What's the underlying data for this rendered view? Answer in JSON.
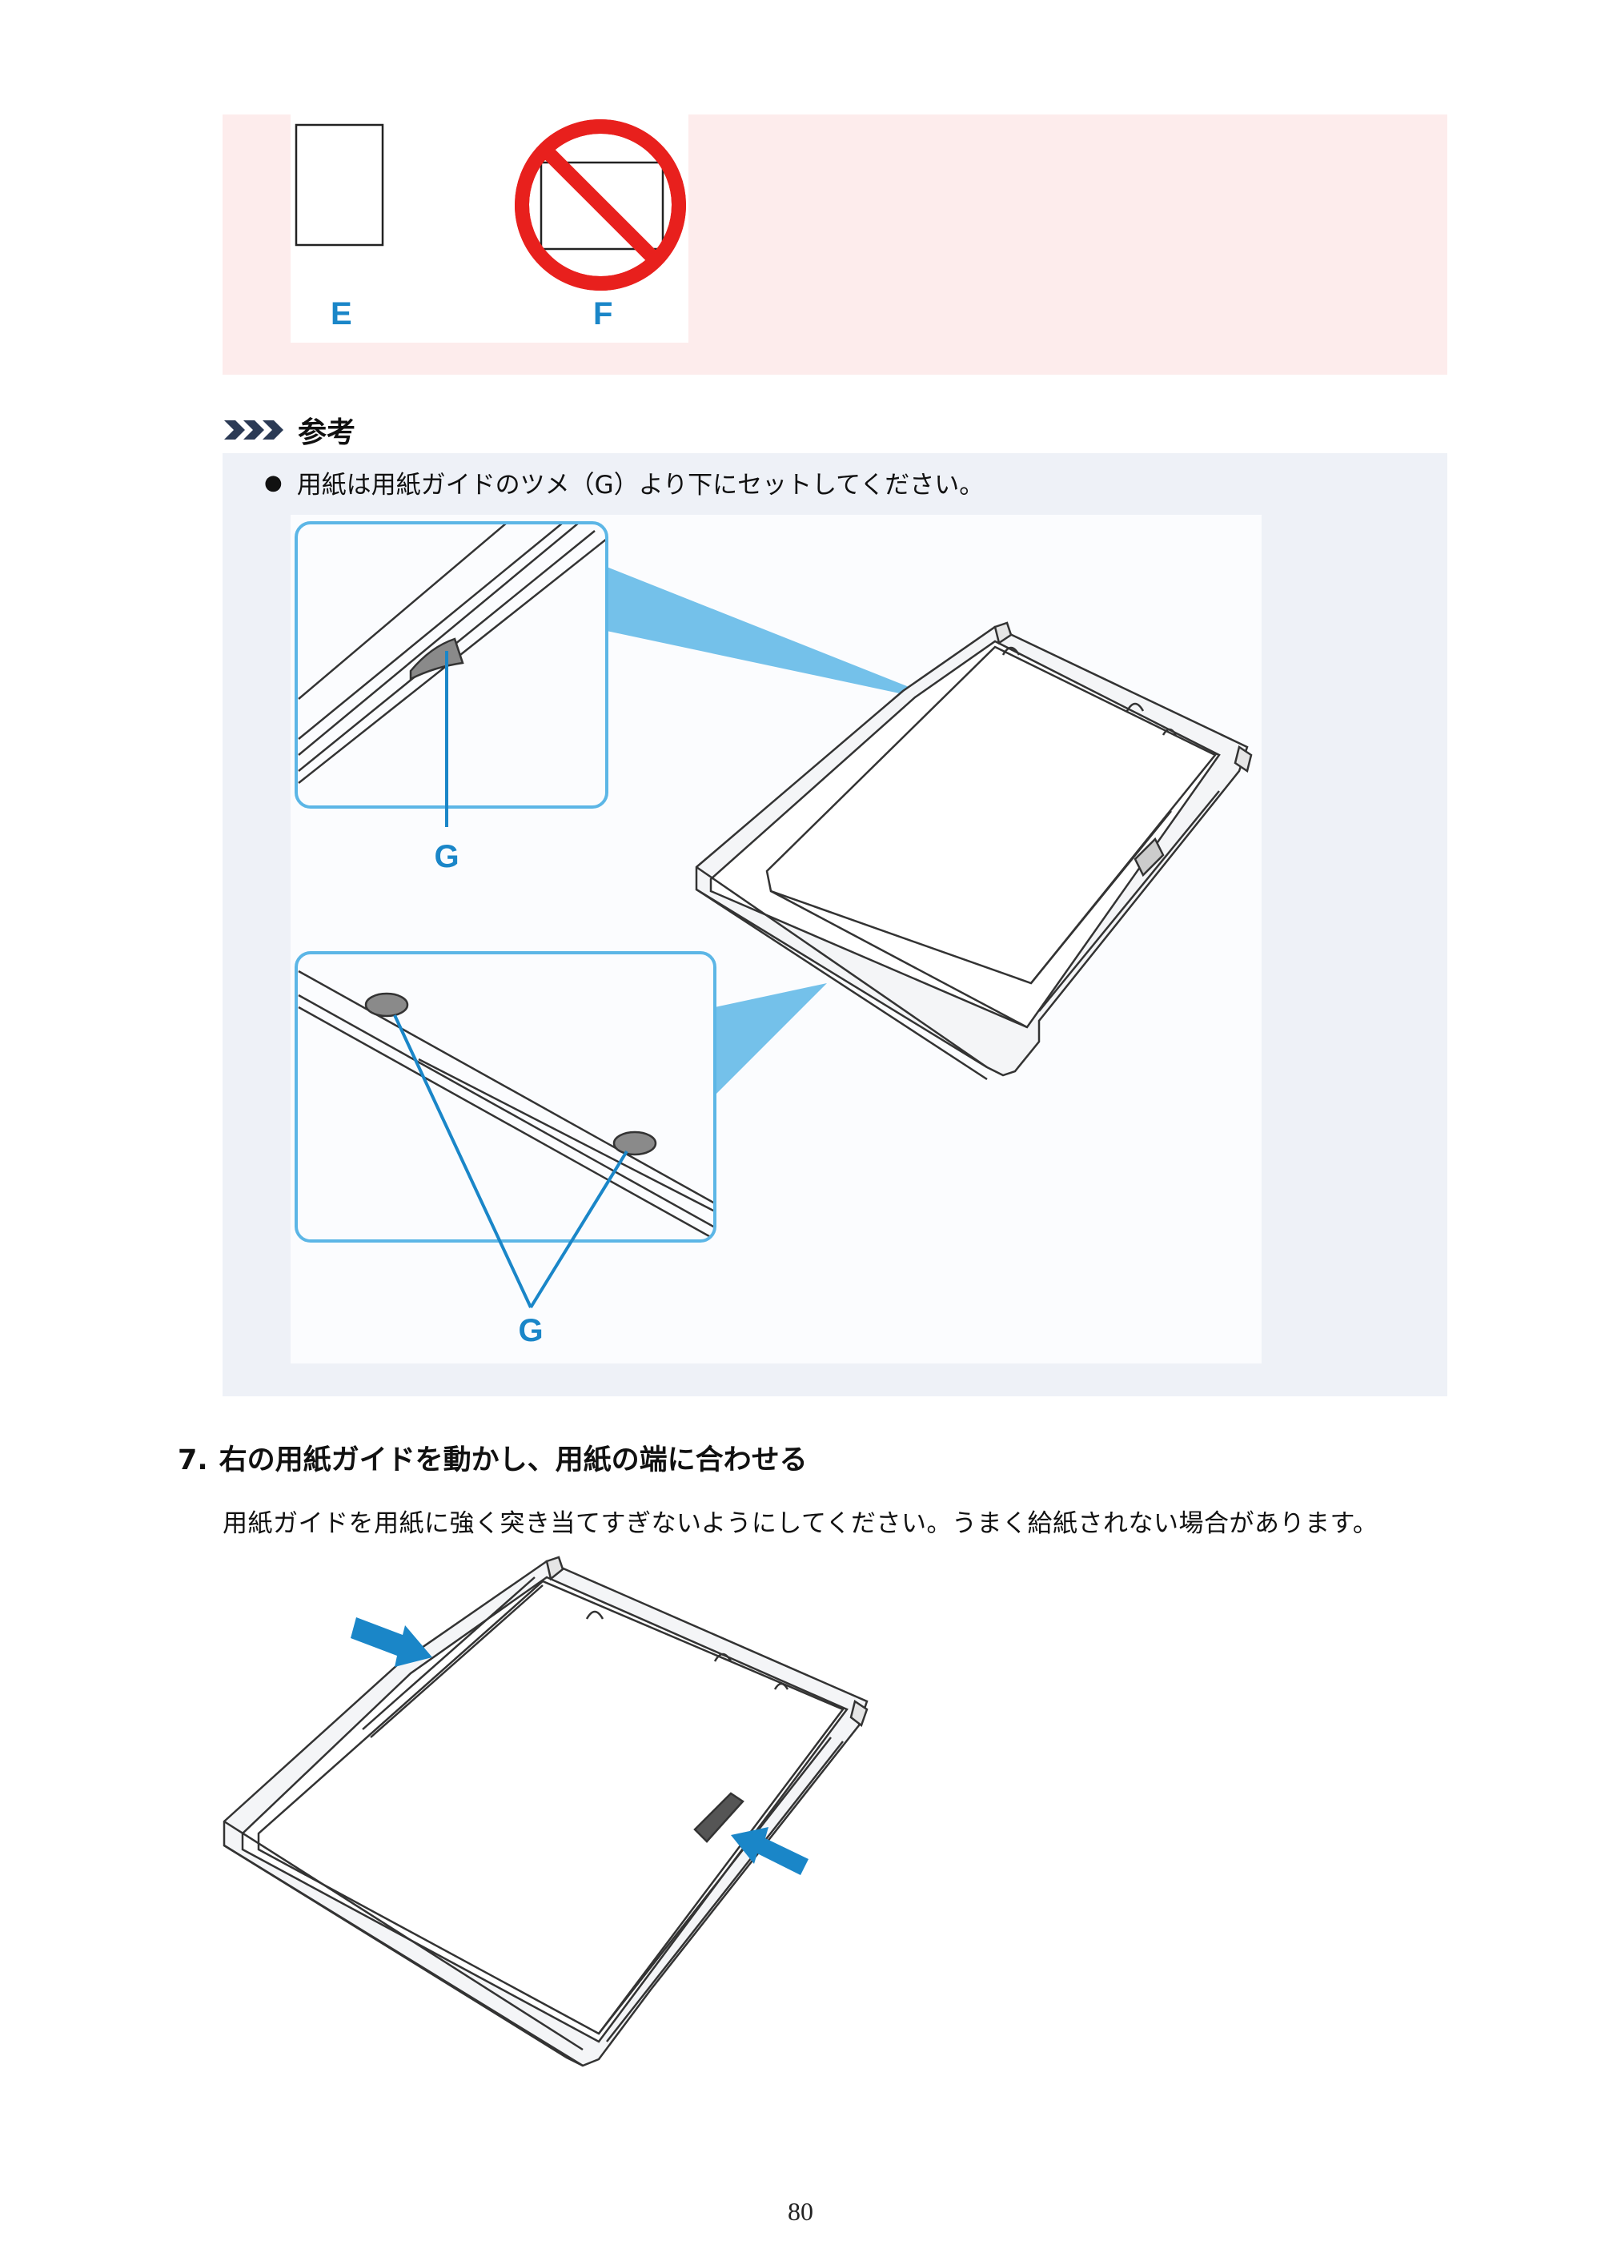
{
  "caution": {
    "label_e": "E",
    "label_f": "F"
  },
  "note": {
    "title": "参考",
    "bullet": "用紙は用紙ガイドのツメ（G）より下にセットしてください。",
    "callout_label_top": "G",
    "callout_label_bottom": "G"
  },
  "step": {
    "number": "7.",
    "heading": "右の用紙ガイドを動かし、用紙の端に合わせる",
    "description": "用紙ガイドを用紙に強く突き当てすぎないようにしてください。うまく給紙されない場合があります。"
  },
  "footer": {
    "page_number": "80"
  },
  "colors": {
    "accent_blue": "#1a86c8",
    "callout_blue": "#5cb6e6",
    "caution_bg": "#fdecec",
    "note_bg": "#eef1f7",
    "prohibit_red": "#e8201d"
  },
  "icons": {
    "note_marker": "triple-chevron-icon",
    "prohibited": "prohibited-sign-icon",
    "arrow": "blue-arrow-icon"
  }
}
